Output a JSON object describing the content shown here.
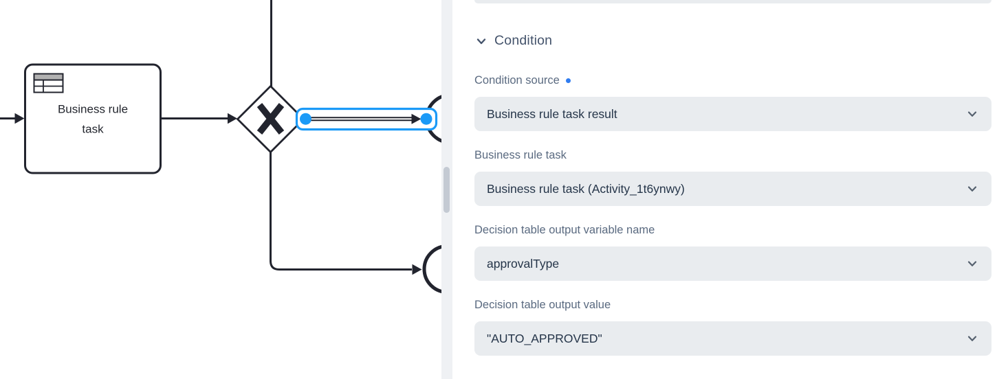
{
  "colors": {
    "selection_blue": "#1b9af7",
    "required_dot_blue": "#2f7cf0",
    "field_background": "#e9ecef",
    "header_text": "#44536b",
    "label_text": "#5a6a80",
    "value_text": "#253549",
    "diagram_stroke": "#22242e",
    "scrollbar_thumb": "#c4cad3"
  },
  "diagram": {
    "task": {
      "label_line1": "Business rule",
      "label_line2": "task"
    },
    "gateway": {
      "marker": "X"
    },
    "selected_flow_selected": true
  },
  "panel": {
    "section_title": "Condition",
    "fields": [
      {
        "label": "Condition source",
        "required": true,
        "value": "Business rule task result"
      },
      {
        "label": "Business rule task",
        "value": "Business rule task (Activity_1t6ynwy)"
      },
      {
        "label": "Decision table output variable name",
        "value": "approvalType"
      },
      {
        "label": "Decision table output value",
        "value": "\"AUTO_APPROVED\""
      }
    ]
  }
}
